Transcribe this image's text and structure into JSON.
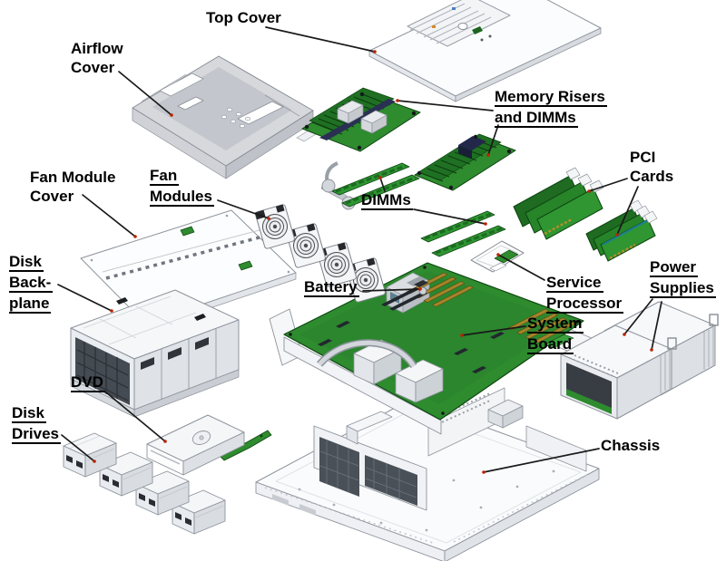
{
  "figure": {
    "title": "Server exploded-view component diagram",
    "background": "#ffffff"
  },
  "colors": {
    "label_text": "#000000",
    "leader_line": "#1a1a1a",
    "callout_dot": "#bb2200",
    "pcb_green": "#2e8b2e",
    "pcb_dark_green": "#1e6b21",
    "metal_white": "#fbfcfd",
    "metal_gray": "#d9dde2",
    "mesh_dark": "#4a5058",
    "translucent_gray": "#c6c9cf",
    "gold_slot": "#a5842a"
  },
  "labels": {
    "top_cover": {
      "lines": [
        "Top Cover"
      ],
      "underlined": false
    },
    "airflow_cover": {
      "lines": [
        "Airflow",
        "Cover"
      ],
      "underlined": false
    },
    "memory_risers": {
      "lines": [
        "Memory Risers",
        "and DIMMs"
      ],
      "underlined": true
    },
    "fan_module_cover": {
      "lines": [
        "Fan Module",
        "Cover"
      ],
      "underlined": false
    },
    "fan_modules": {
      "lines": [
        "Fan",
        "Modules"
      ],
      "underlined": true
    },
    "dimms": {
      "lines": [
        "DIMMs"
      ],
      "underlined": true
    },
    "pci_cards": {
      "lines": [
        "PCI",
        "Cards"
      ],
      "underlined": false
    },
    "disk_backplane": {
      "lines": [
        "Disk",
        "Back-",
        "plane"
      ],
      "underlined": true
    },
    "battery": {
      "lines": [
        "Battery"
      ],
      "underlined": true
    },
    "service_processor": {
      "lines": [
        "Service",
        "Processor"
      ],
      "underlined": true
    },
    "system_board": {
      "lines": [
        "System",
        "Board"
      ],
      "underlined": true
    },
    "power_supplies": {
      "lines": [
        "Power",
        "Supplies"
      ],
      "underlined": true
    },
    "dvd": {
      "lines": [
        "DVD"
      ],
      "underlined": true
    },
    "disk_drives": {
      "lines": [
        "Disk",
        "Drives"
      ],
      "underlined": true
    },
    "chassis": {
      "lines": [
        "Chassis"
      ],
      "underlined": false
    }
  }
}
